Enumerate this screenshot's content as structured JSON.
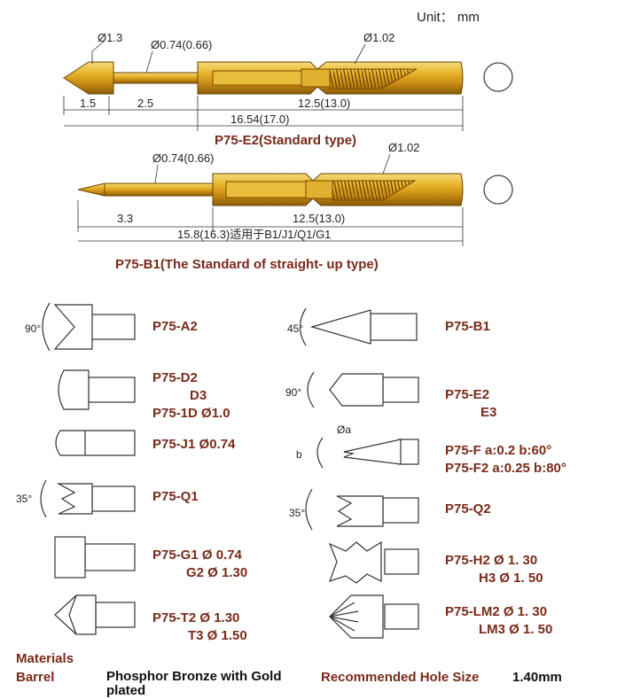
{
  "unit": "Unit： mm",
  "probe1": {
    "dia_tip": "Ø1.3",
    "dia_plunger": "Ø0.74(0.66)",
    "dia_barrel": "Ø1.02",
    "len_a": "1.5",
    "len_b": "2.5",
    "len_barrel": "12.5(13.0)",
    "len_total": "16.54(17.0)",
    "caption": "P75-E2(Standard  type)"
  },
  "probe2": {
    "dia_plunger": "Ø0.74(0.66)",
    "dia_barrel": "Ø1.02",
    "len_a": "3.3",
    "len_barrel": "12.5(13.0)",
    "len_total": "15.8(16.3)适用于B1/J1/Q1/G1",
    "caption": "P75-B1(The Standard of straight- up  type)"
  },
  "tips_left": [
    {
      "angle": "90°",
      "lines": [
        "P75-A2"
      ]
    },
    {
      "lines": [
        "P75-D2",
        "D3",
        "P75-1D Ø1.0"
      ]
    },
    {
      "lines": [
        "P75-J1 Ø0.74"
      ]
    },
    {
      "angle": "35°",
      "lines": [
        "P75-Q1"
      ]
    },
    {
      "lines": [
        "P75-G1 Ø  0.74",
        "G2 Ø  1.30"
      ]
    },
    {
      "lines": [
        "P75-T2  Ø  1.30",
        "T3  Ø  1.50"
      ]
    }
  ],
  "tips_right": [
    {
      "angle": "45°",
      "lines": [
        "P75-B1"
      ]
    },
    {
      "angle": "90°",
      "lines": [
        "P75-E2",
        "E3"
      ]
    },
    {
      "angle_a": "Øa",
      "angle_b": "b",
      "lines": [
        "P75-F   a:0.2   b:60°",
        "P75-F2 a:0.25 b:80°"
      ]
    },
    {
      "angle": "35°",
      "lines": [
        "P75-Q2"
      ]
    },
    {
      "lines": [
        "P75-H2    Ø 1. 30",
        "H3    Ø 1. 50"
      ]
    },
    {
      "lines": [
        "P75-LM2  Ø 1. 30",
        "LM3  Ø 1. 50"
      ]
    }
  ],
  "footer": {
    "materials": "Materials",
    "barrel": "Barrel",
    "barrel_value": "Phosphor Bronze with Gold plated",
    "hole_label": "Recommended Hole Size",
    "hole_value": "1.40mm"
  },
  "colors": {
    "gold": "#d9a520",
    "gold_dark": "#9a6a0a",
    "label": "#7a2a1a"
  }
}
